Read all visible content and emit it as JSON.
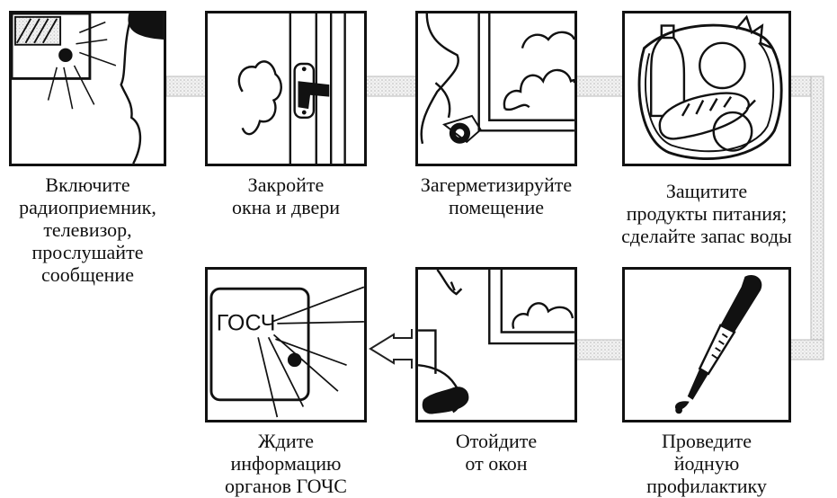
{
  "steps": [
    {
      "id": 1,
      "caption": "Включите\nрадиоприемник,\nтелевизор,\nпрослушайте\nсообщение"
    },
    {
      "id": 2,
      "caption": "Закройте\nокна и двери"
    },
    {
      "id": 3,
      "caption": "Загерметизируйте\nпомещение"
    },
    {
      "id": 4,
      "caption": "Защитите\nпродукты питания;\nсделайте запас воды"
    },
    {
      "id": 5,
      "caption": "Проведите\nйодную\nпрофилактику"
    },
    {
      "id": 6,
      "caption": "Отойдите\nот окон"
    },
    {
      "id": 7,
      "caption": "Ждите\nинформацию\nорганов ГОЧС"
    }
  ],
  "tv_screen_text": "ГОСЧ"
}
